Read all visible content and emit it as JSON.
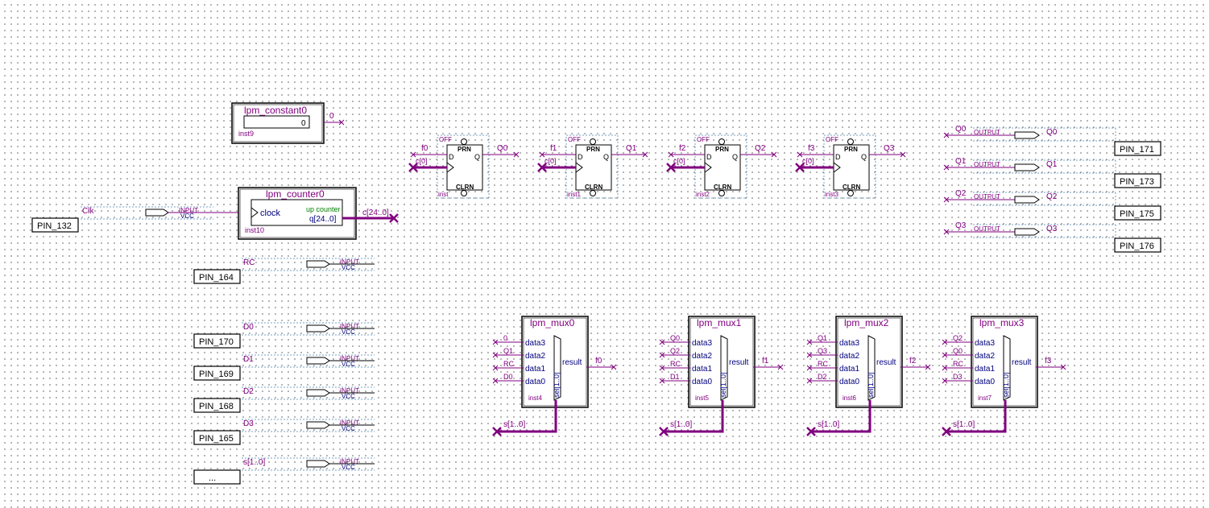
{
  "colors": {
    "wire": "#80007f",
    "text_purple": "#80007f",
    "port": "#00007f",
    "param_green": "#008000",
    "pin_text": "#000000"
  },
  "pins_left": [
    {
      "pin": "PIN_132",
      "signal": "Clk",
      "dir": "INPUT",
      "vcc": "VCC"
    },
    {
      "pin": "PIN_164",
      "signal": "RC",
      "dir": "INPUT",
      "vcc": "VCC"
    },
    {
      "pin": "PIN_170",
      "signal": "D0",
      "dir": "INPUT",
      "vcc": "VCC"
    },
    {
      "pin": "PIN_169",
      "signal": "D1",
      "dir": "INPUT",
      "vcc": "VCC"
    },
    {
      "pin": "PIN_168",
      "signal": "D2",
      "dir": "INPUT",
      "vcc": "VCC"
    },
    {
      "pin": "PIN_165",
      "signal": "D3",
      "dir": "INPUT",
      "vcc": "VCC"
    },
    {
      "pin": "...",
      "signal": "s[1..0]",
      "dir": "INPUT",
      "vcc": "VCC"
    }
  ],
  "pins_right": [
    {
      "pin": "PIN_171",
      "signal": "Q0",
      "dir": "OUTPUT",
      "net": "Q0"
    },
    {
      "pin": "PIN_173",
      "signal": "Q1",
      "dir": "OUTPUT",
      "net": "Q1"
    },
    {
      "pin": "PIN_175",
      "signal": "Q2",
      "dir": "OUTPUT",
      "net": "Q2"
    },
    {
      "pin": "PIN_176",
      "signal": "Q3",
      "dir": "OUTPUT",
      "net": "Q3"
    }
  ],
  "constant": {
    "title": "lpm_constant0",
    "value": "0",
    "inst": "inst9",
    "out_net": "0"
  },
  "counter": {
    "title": "lpm_counter0",
    "clock_port": "clock",
    "param": "up counter",
    "q_port": "q[24..0]",
    "inst": "inst10",
    "out_net": "c[24..0]"
  },
  "dffs": [
    {
      "in_net": "f0",
      "clk_net": "c[0]",
      "out_net": "Q0",
      "inst": "inst",
      "off": "OFF",
      "prn": "PRN",
      "clrn": "CLRN",
      "d": "D",
      "q": "Q"
    },
    {
      "in_net": "f1",
      "clk_net": "c[0]",
      "out_net": "Q1",
      "inst": "inst1",
      "off": "OFF",
      "prn": "PRN",
      "clrn": "CLRN",
      "d": "D",
      "q": "Q"
    },
    {
      "in_net": "f2",
      "clk_net": "c[0]",
      "out_net": "Q2",
      "inst": "inst2",
      "off": "OFF",
      "prn": "PRN",
      "clrn": "CLRN",
      "d": "D",
      "q": "Q"
    },
    {
      "in_net": "f3",
      "clk_net": "c[0]",
      "out_net": "Q3",
      "inst": "inst3",
      "off": "OFF",
      "prn": "PRN",
      "clrn": "CLRN",
      "d": "D",
      "q": "Q"
    }
  ],
  "muxes": [
    {
      "title": "lpm_mux0",
      "inst": "inst4",
      "inputs": [
        "0",
        "Q1",
        "RC",
        "D0"
      ],
      "ports": [
        "data3",
        "data2",
        "data1",
        "data0"
      ],
      "result": "result",
      "sel": "sel[1..0]",
      "out_net": "f0",
      "sel_net": "s[1..0]"
    },
    {
      "title": "lpm_mux1",
      "inst": "inst5",
      "inputs": [
        "Q0",
        "Q2",
        "RC",
        "D1"
      ],
      "ports": [
        "data3",
        "data2",
        "data1",
        "data0"
      ],
      "result": "result",
      "sel": "sel[1..0]",
      "out_net": "f1",
      "sel_net": "s[1..0]"
    },
    {
      "title": "lpm_mux2",
      "inst": "inst6",
      "inputs": [
        "Q1",
        "Q3",
        "RC",
        "D2"
      ],
      "ports": [
        "data3",
        "data2",
        "data1",
        "data0"
      ],
      "result": "result",
      "sel": "sel[1..0]",
      "out_net": "f2",
      "sel_net": "s[1..0]"
    },
    {
      "title": "lpm_mux3",
      "inst": "inst7",
      "inputs": [
        "Q2",
        "Q0",
        "RC",
        "D3"
      ],
      "ports": [
        "data3",
        "data2",
        "data1",
        "data0"
      ],
      "result": "result",
      "sel": "sel[1..0]",
      "out_net": "f3",
      "sel_net": "s[1..0]"
    }
  ]
}
